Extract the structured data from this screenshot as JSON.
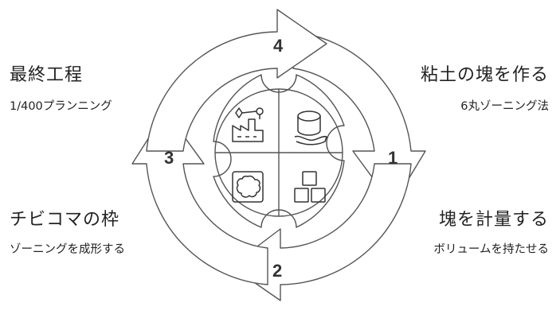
{
  "steps": [
    {
      "number": "1",
      "title": "塊を計量する",
      "subtitle": "ボリュームを持たせる",
      "icon": "blocks-icon"
    },
    {
      "number": "2",
      "title": "チビコマの枠",
      "subtitle": "ゾーニングを成形する",
      "icon": "blob-frame-icon"
    },
    {
      "number": "3",
      "title": "最終工程",
      "subtitle": "1/400プランニング",
      "icon": "factory-icon"
    },
    {
      "number": "4",
      "title": "粘土の塊を作る",
      "subtitle": "6丸ゾーニング法",
      "icon": "hand-cylinder-icon"
    }
  ],
  "colors": {
    "stroke": "#555555",
    "fill": "#ffffff",
    "text": "#222222"
  }
}
